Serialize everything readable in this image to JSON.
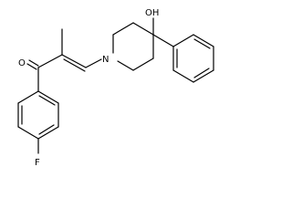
{
  "molecule": {
    "atoms": {
      "O_ketone": "O",
      "F": "F",
      "N": "N",
      "OH": "OH"
    }
  }
}
